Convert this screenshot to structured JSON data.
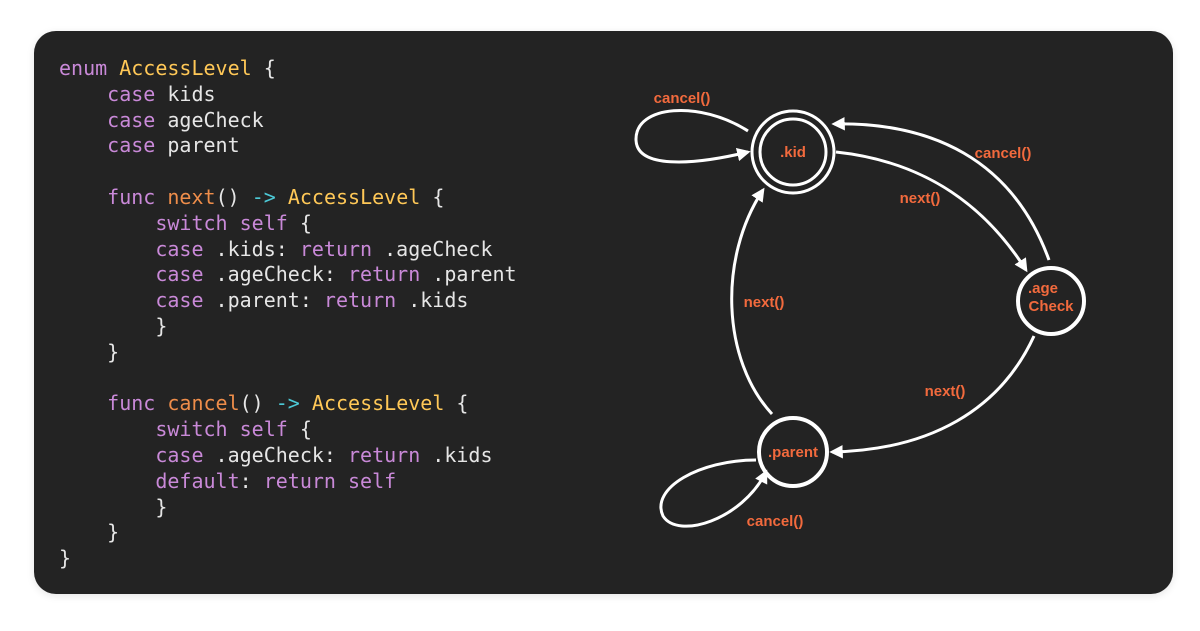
{
  "code": {
    "lines": [
      [
        {
          "t": "enum ",
          "c": "kw"
        },
        {
          "t": "AccessLevel",
          "c": "type"
        },
        {
          "t": " {",
          "c": "plain"
        }
      ],
      [
        {
          "t": "    ",
          "c": "plain"
        },
        {
          "t": "case",
          "c": "kw"
        },
        {
          "t": " kids",
          "c": "plain"
        }
      ],
      [
        {
          "t": "    ",
          "c": "plain"
        },
        {
          "t": "case",
          "c": "kw"
        },
        {
          "t": " ageCheck",
          "c": "plain"
        }
      ],
      [
        {
          "t": "    ",
          "c": "plain"
        },
        {
          "t": "case",
          "c": "kw"
        },
        {
          "t": " parent",
          "c": "plain"
        }
      ],
      [
        {
          "t": "",
          "c": "plain"
        }
      ],
      [
        {
          "t": "    ",
          "c": "plain"
        },
        {
          "t": "func",
          "c": "kw"
        },
        {
          "t": " ",
          "c": "plain"
        },
        {
          "t": "next",
          "c": "fn"
        },
        {
          "t": "() ",
          "c": "plain"
        },
        {
          "t": "->",
          "c": "op"
        },
        {
          "t": " ",
          "c": "plain"
        },
        {
          "t": "AccessLevel",
          "c": "type"
        },
        {
          "t": " {",
          "c": "plain"
        }
      ],
      [
        {
          "t": "        ",
          "c": "plain"
        },
        {
          "t": "switch self",
          "c": "kw"
        },
        {
          "t": " {",
          "c": "plain"
        }
      ],
      [
        {
          "t": "        ",
          "c": "plain"
        },
        {
          "t": "case",
          "c": "kw"
        },
        {
          "t": " .kids: ",
          "c": "plain"
        },
        {
          "t": "return",
          "c": "kw"
        },
        {
          "t": " .ageCheck",
          "c": "plain"
        }
      ],
      [
        {
          "t": "        ",
          "c": "plain"
        },
        {
          "t": "case",
          "c": "kw"
        },
        {
          "t": " .ageCheck: ",
          "c": "plain"
        },
        {
          "t": "return",
          "c": "kw"
        },
        {
          "t": " .parent",
          "c": "plain"
        }
      ],
      [
        {
          "t": "        ",
          "c": "plain"
        },
        {
          "t": "case",
          "c": "kw"
        },
        {
          "t": " .parent: ",
          "c": "plain"
        },
        {
          "t": "return",
          "c": "kw"
        },
        {
          "t": " .kids",
          "c": "plain"
        }
      ],
      [
        {
          "t": "        }",
          "c": "plain"
        }
      ],
      [
        {
          "t": "    }",
          "c": "plain"
        }
      ],
      [
        {
          "t": "",
          "c": "plain"
        }
      ],
      [
        {
          "t": "    ",
          "c": "plain"
        },
        {
          "t": "func",
          "c": "kw"
        },
        {
          "t": " ",
          "c": "plain"
        },
        {
          "t": "cancel",
          "c": "fn"
        },
        {
          "t": "() ",
          "c": "plain"
        },
        {
          "t": "->",
          "c": "op"
        },
        {
          "t": " ",
          "c": "plain"
        },
        {
          "t": "AccessLevel",
          "c": "type"
        },
        {
          "t": " {",
          "c": "plain"
        }
      ],
      [
        {
          "t": "        ",
          "c": "plain"
        },
        {
          "t": "switch self",
          "c": "kw"
        },
        {
          "t": " {",
          "c": "plain"
        }
      ],
      [
        {
          "t": "        ",
          "c": "plain"
        },
        {
          "t": "case",
          "c": "kw"
        },
        {
          "t": " .ageCheck: ",
          "c": "plain"
        },
        {
          "t": "return",
          "c": "kw"
        },
        {
          "t": " .kids",
          "c": "plain"
        }
      ],
      [
        {
          "t": "        ",
          "c": "plain"
        },
        {
          "t": "default",
          "c": "kw"
        },
        {
          "t": ": ",
          "c": "plain"
        },
        {
          "t": "return self",
          "c": "kw"
        }
      ],
      [
        {
          "t": "        }",
          "c": "plain"
        }
      ],
      [
        {
          "t": "    }",
          "c": "plain"
        }
      ],
      [
        {
          "t": "}",
          "c": "plain"
        }
      ]
    ]
  },
  "diagram": {
    "nodes": {
      "kid": ".kid",
      "age_line1": ".age",
      "age_line2": "Check",
      "parent": ".parent"
    },
    "edges": {
      "kid_self_cancel": "cancel()",
      "age_to_kid_cancel": "cancel()",
      "kid_to_age_next": "next()",
      "parent_to_kid_next": "next()",
      "age_to_parent_next": "next()",
      "parent_self_cancel": "cancel()"
    }
  },
  "colors": {
    "card_bg": "#232323",
    "keyword": "#c989d8",
    "type": "#ffc857",
    "function": "#ee8d4a",
    "operator": "#4cc9d6",
    "plain_text": "#e6e6e6",
    "diagram_line": "#ffffff",
    "diagram_label": "#f26a3d"
  }
}
